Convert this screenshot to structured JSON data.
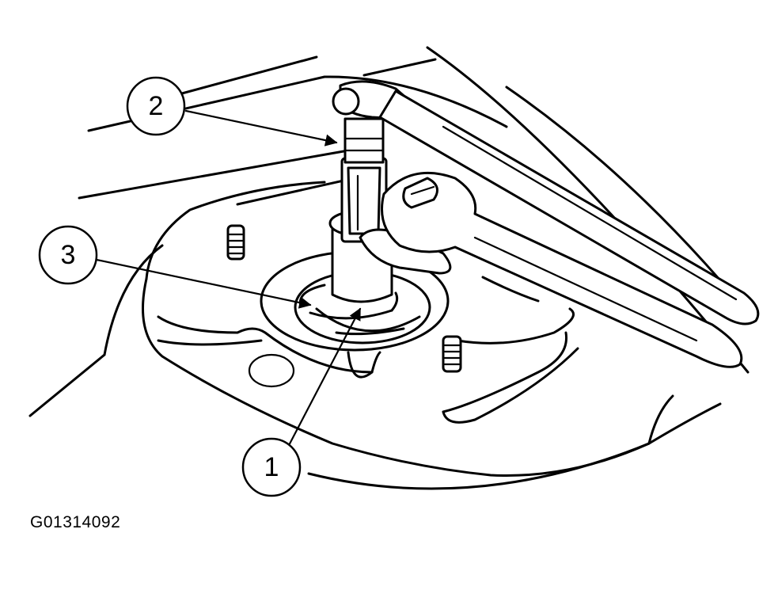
{
  "callouts": [
    {
      "label": "1",
      "part": "strut-rod-center"
    },
    {
      "label": "2",
      "part": "socket-tool"
    },
    {
      "label": "3",
      "part": "rotation-arrow"
    }
  ],
  "figure_id": "G01314092"
}
